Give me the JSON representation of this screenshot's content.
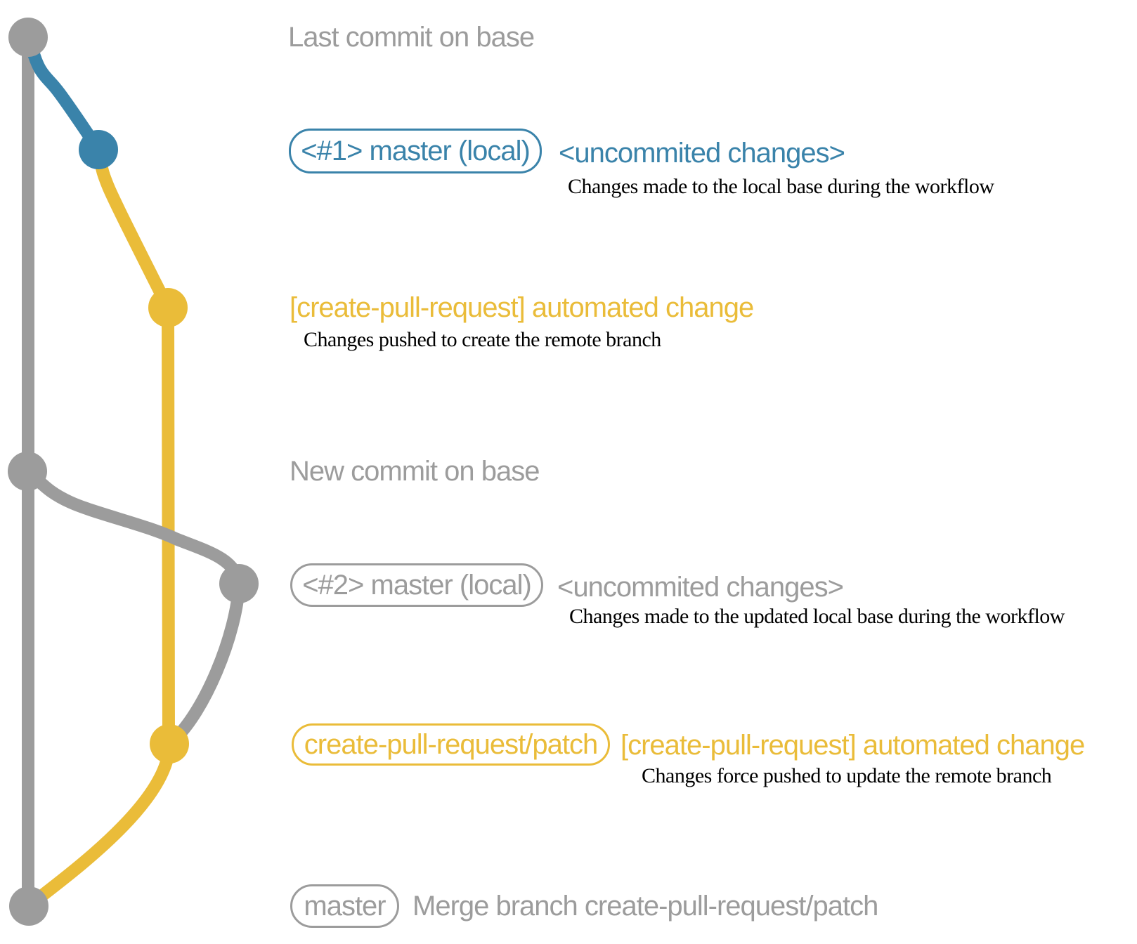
{
  "colors": {
    "gray": "#9c9c9c",
    "blue": "#3a83aa",
    "yellow": "#eabc39",
    "black": "#000000"
  },
  "rows": {
    "r1_heading": "Last commit on base",
    "r2_box": "<#1> master (local)",
    "r2_annotation": "<uncommited changes>",
    "r2_desc": "Changes made to the local base during the workflow",
    "r3_label": "[create-pull-request] automated change",
    "r3_desc": "Changes pushed to create the remote branch",
    "r4_heading": "New commit on base",
    "r5_box": "<#2> master (local)",
    "r5_annotation": "<uncommited changes>",
    "r5_desc": "Changes made to the updated local base during the workflow",
    "r6_box": "create-pull-request/patch",
    "r6_annotation": "[create-pull-request] automated change",
    "r6_desc": "Changes force pushed to update the remote branch",
    "r7_box": "master",
    "r7_annotation": "Merge branch create-pull-request/patch"
  },
  "graph": {
    "branches": [
      {
        "name": "base (master)",
        "color": "gray"
      },
      {
        "name": "local master changes",
        "color": "blue"
      },
      {
        "name": "create-pull-request/patch",
        "color": "yellow"
      }
    ],
    "commits": [
      {
        "name": "last-commit-on-base",
        "branch": "base (master)",
        "color": "gray"
      },
      {
        "name": "uncommited-changes-1",
        "branch": "local master changes",
        "color": "blue"
      },
      {
        "name": "automated-change-1",
        "branch": "create-pull-request/patch",
        "color": "yellow"
      },
      {
        "name": "new-commit-on-base",
        "branch": "base (master)",
        "color": "gray"
      },
      {
        "name": "uncommited-changes-2",
        "branch": "local master changes",
        "color": "gray"
      },
      {
        "name": "automated-change-2",
        "branch": "create-pull-request/patch",
        "color": "yellow"
      },
      {
        "name": "merge-commit",
        "branch": "base (master)",
        "color": "gray"
      }
    ]
  }
}
